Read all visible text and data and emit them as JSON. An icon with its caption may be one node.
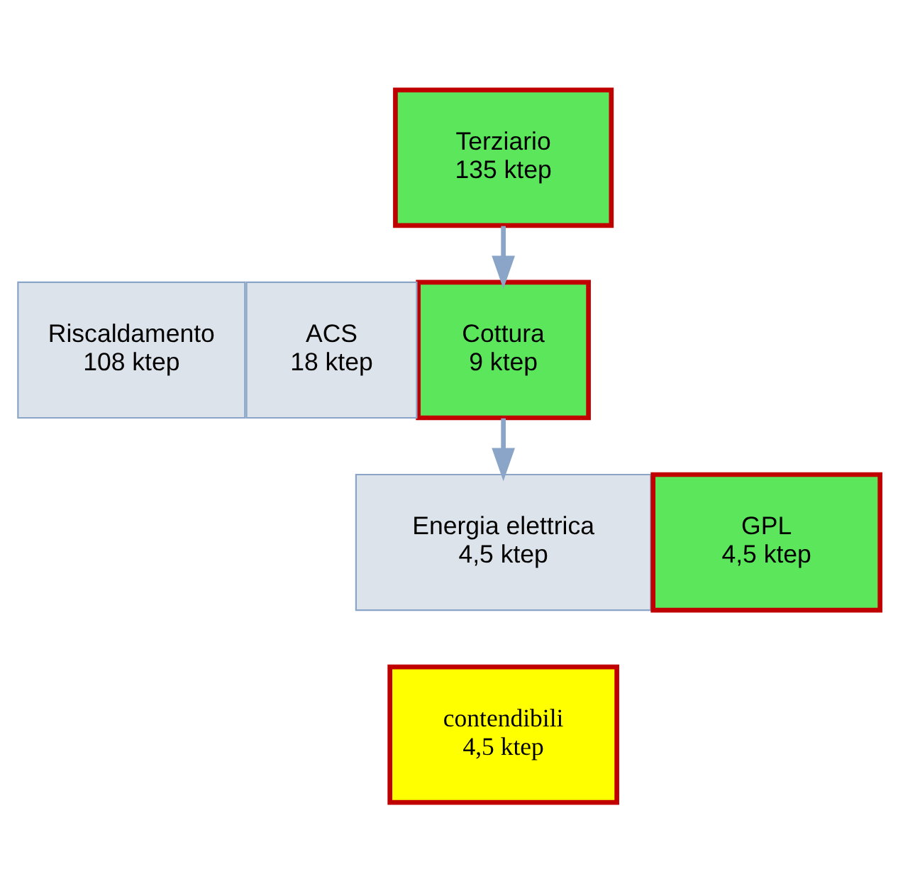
{
  "diagram": {
    "nodes": [
      {
        "text": [
          "Terziario 135 ktep"
        ]
      },
      {
        "text": [
          "Riscaldamento 108 ktep"
        ]
      },
      {
        "text": [
          "ACS 18 ktep"
        ]
      },
      {
        "text": [
          "Cottura 9 ktep"
        ]
      },
      {
        "text": [
          "Energia elettrica 4,5 ktep"
        ]
      },
      {
        "text": [
          "GPL 4,5 ktep"
        ]
      },
      {
        "text": [
          "contendibili 4,5 ktep"
        ]
      }
    ],
    "edges": [
      {
        "from": 0,
        "to": 3,
        "arrow": "to"
      },
      {
        "from": 3,
        "to": 4,
        "arrow": "to"
      }
    ]
  }
}
